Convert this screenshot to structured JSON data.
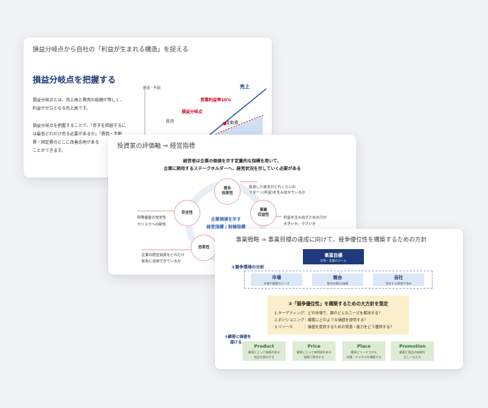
{
  "slide1": {
    "header": "損益分岐点から自社の「利益が生まれる構造」を捉える",
    "heading": "損益分岐点を把握する",
    "para1": [
      "損益分岐点とは、売上高と費用の総額が等しく、",
      "利益がゼロとなる売上高です。"
    ],
    "para2": [
      "損益分岐点を把握することで、「赤字を回避するに",
      "は最低どれだけ売る必要があるか」「費我・変動",
      "費・固定費のどこに改善余地がある",
      "ことができます。"
    ],
    "chart": {
      "yaxis_label": "損益・利益",
      "sales_label": "売上",
      "profit_rate_label": "営業利益率10%",
      "bep_label": "損益分岐点",
      "cost_label": "費用",
      "variable_cost_label": "変動費",
      "colors": {
        "line": "#2a5bb5",
        "variable": "#cfe0f5",
        "fixed": "#f6d5cf",
        "accent": "#d0021b"
      }
    }
  },
  "slide2": {
    "header": "投資家の評価軸 ⇒ 経営指標",
    "lead1": "経営者は企業の価値を示す定量的な指標を用いて、",
    "lead2": "企業に期待するステークホルダーへ、経営状況を示していく必要がある",
    "center1": "企業価値を示す",
    "center2": "経営指標 / 財務指標",
    "circles": {
      "top": [
        "資本",
        "効率性"
      ],
      "right": [
        "事業",
        "収益性"
      ],
      "left": "安全性",
      "bottom": "効率性"
    },
    "notes": {
      "top": [
        "投資した資本がどれくらいの",
        "リターン(利益)を生み出せているか"
      ],
      "right": [
        "利益を生み出すための力が",
        "大きいか、小さいか"
      ],
      "left": [
        "財務基盤の安定性",
        "やリスクへの耐性"
      ],
      "bottom": [
        "企業の経営資源をどれだけ",
        "有効に活用できているか"
      ]
    }
  },
  "slide3": {
    "header": "事業戦略 ⇒ 事業目標の達成に向けて、競争優位性を構築するための方針",
    "goal_title": "事業目標",
    "goal_desc": "定性・定量のゴール",
    "section1": "①競争環境の分析",
    "env": [
      {
        "title": "市場",
        "desc": "市場や顧客のニーズ"
      },
      {
        "title": "競合",
        "desc": "競合の動向/価値"
      },
      {
        "title": "自社",
        "desc": "保有する資源や強み"
      }
    ],
    "policy_title": "②「競争優位性」を構築するための大方針を策定",
    "policy_lines": [
      "1.ターゲティング：どの市場で、誰のどんなニーズを解決する？",
      "2.ポジショニング：顧客にどのような価値を提供する？",
      "3.リソース　　　：価値を提供するための資源・能力をどう獲得する？"
    ],
    "section3": [
      "③顧客に価値を",
      "届ける"
    ],
    "four_p": [
      {
        "title": "Product",
        "desc1": "顧客にとって価値のある",
        "desc2": "商品を設計する"
      },
      {
        "title": "Price",
        "desc1": "顧客にとって納得感のある",
        "desc2": "価格で提供する"
      },
      {
        "title": "Place",
        "desc1": "顧客にリーチできる",
        "desc2": "流通・チャネルを構築する"
      },
      {
        "title": "Promotion",
        "desc1": "顧客に製品の価値を",
        "desc2": "正しく伝える"
      }
    ],
    "colors": {
      "goal": "#1f3a7a",
      "env": "#dbe8f7",
      "policy": "#fbeecb",
      "fourp": "#dcebd4"
    }
  }
}
